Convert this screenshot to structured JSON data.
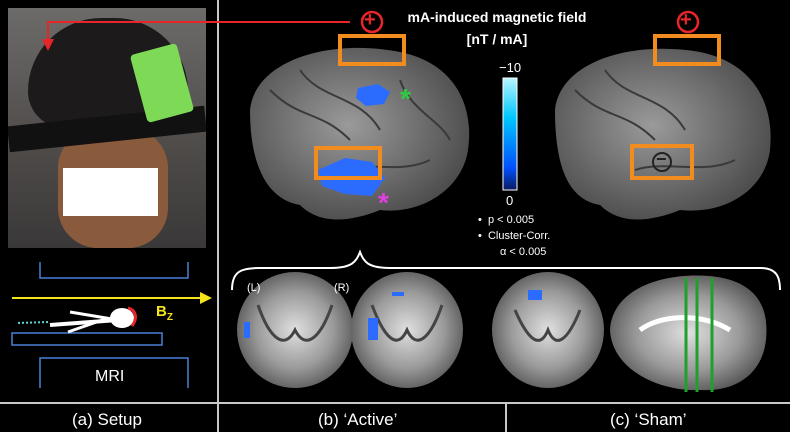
{
  "captions": {
    "setup": "(a) Setup",
    "active": "(b) ‘Active’",
    "sham": "(c) ‘Sham’"
  },
  "field_title_line1": "mA-induced magnetic field",
  "field_title_line2": "[nT / mA]",
  "colorbar": {
    "max_label": "−10",
    "min_label": "0",
    "colors": [
      "#b8f4ff",
      "#00c8ff",
      "#0050ff",
      "#0a1a60"
    ]
  },
  "stats": {
    "line1": "p < 0.005",
    "line2": "Cluster-Corr.",
    "line3": "α < 0.005"
  },
  "setup_labels": {
    "field": "B",
    "field_sub": "Z",
    "scanner": "MRI"
  },
  "slice_labels": {
    "left": "(L)",
    "right": "(R)"
  },
  "symbols": {
    "plus": "+",
    "minus": "−"
  },
  "colors": {
    "arrow_red": "#e8262a",
    "electrode_orange": "#f28c1e",
    "asterisk_green": "#2ecc40",
    "asterisk_magenta": "#e040e0",
    "field_arrow_yellow": "#f3e51a",
    "sham_lines": "#1fa02a"
  }
}
